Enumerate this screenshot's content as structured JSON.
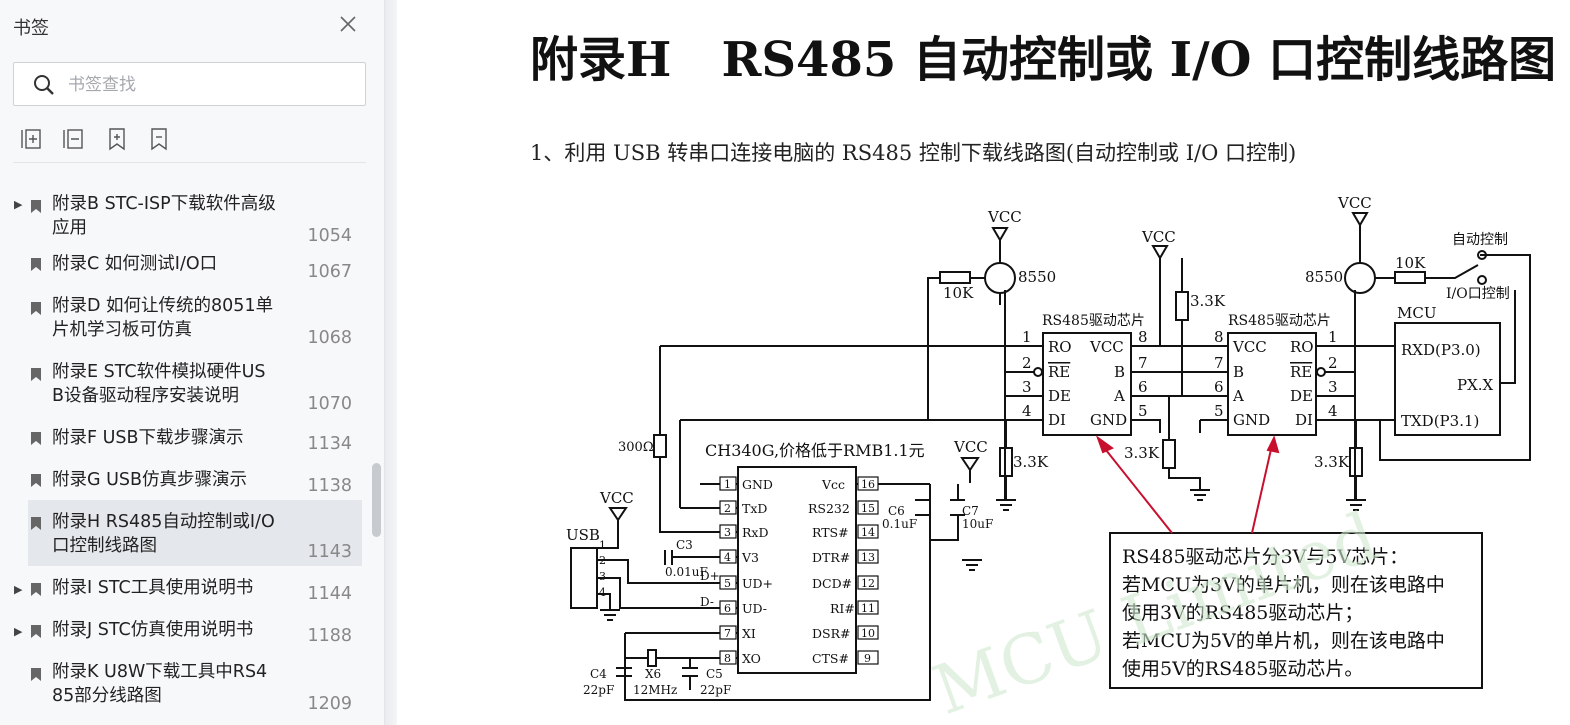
{
  "sidebar": {
    "title": "书签",
    "search_placeholder": "书签查找",
    "items": [
      {
        "label": "附录B STC-ISP下载软件高级应用",
        "page": "1054",
        "expandable": true
      },
      {
        "label": "附录C 如何测试I/O口",
        "page": "1067",
        "expandable": false
      },
      {
        "label": "附录D 如何让传统的8051单片机学习板可仿真",
        "page": "1068",
        "expandable": false
      },
      {
        "label": "附录E STC软件模拟硬件USB设备驱动程序安装说明",
        "page": "1070",
        "expandable": false
      },
      {
        "label": "附录F USB下载步骤演示",
        "page": "1134",
        "expandable": false
      },
      {
        "label": "附录G USB仿真步骤演示",
        "page": "1138",
        "expandable": false
      },
      {
        "label": "附录H RS485自动控制或I/O口控制线路图",
        "page": "1143",
        "expandable": false,
        "selected": true
      },
      {
        "label": "附录I STC工具使用说明书",
        "page": "1144",
        "expandable": true
      },
      {
        "label": "附录J STC仿真使用说明书",
        "page": "1188",
        "expandable": true
      },
      {
        "label": "附录K U8W下载工具中RS485部分线路图",
        "page": "1209",
        "expandable": false
      }
    ]
  },
  "document": {
    "title": "附录H   RS485 自动控制或 I/O 口控制线路图",
    "subtitle": "1、利用 USB 转串口连接电脑的 RS485 控制下载线路图(自动控制或 I/O 口控制)",
    "schematic": {
      "vcc": "VCC",
      "r10k": "10K",
      "q8550": "8550",
      "auto_ctrl": "自动控制",
      "io_ctrl": "I/O口控制",
      "mcu": "MCU",
      "rs485_chip": "RS485驱动芯片",
      "r33k": "3.3K",
      "r300": "300Ω",
      "ch340": "CH340G,价格低于RMB1.1元",
      "usb": "USB",
      "c3": "C3",
      "c3v": "0.01uF",
      "c4": "C4",
      "c4v": "22pF",
      "c5": "C5",
      "c5v": "22pF",
      "c6": "C6",
      "c6v": "0.1uF",
      "c7": "C7",
      "c7v": "10uF",
      "x6": "X6",
      "x6v": "12MHz",
      "dplus": "D+",
      "dminus": "D-",
      "rxd": "RXD(P3.0)",
      "txd": "TXD(P3.1)",
      "pxx": "PX.X",
      "rs485_pins_left": [
        "RO",
        "RE",
        "DE",
        "DI"
      ],
      "rs485_pins_right": [
        "VCC",
        "B",
        "A",
        "GND"
      ],
      "rs485_left_nums": [
        "1",
        "2",
        "3",
        "4"
      ],
      "rs485_right_nums": [
        "8",
        "7",
        "6",
        "5"
      ],
      "ch340_left_pins": [
        "GND",
        "TxD",
        "RxD",
        "V3",
        "UD+",
        "UD-",
        "XI",
        "XO"
      ],
      "ch340_right_pins": [
        "Vcc",
        "RS232",
        "RTS#",
        "DTR#",
        "DCD#",
        "RI#",
        "DSR#",
        "CTS#"
      ],
      "ch340_left_nums": [
        "1",
        "2",
        "3",
        "4",
        "5",
        "6",
        "7",
        "8"
      ],
      "ch340_right_nums": [
        "16",
        "15",
        "14",
        "13",
        "12",
        "11",
        "10",
        "9"
      ],
      "usb_pins": [
        "1",
        "2",
        "3",
        "4"
      ],
      "note_lines": [
        "RS485驱动芯片分3V与5V芯片：",
        "若MCU为3V的单片机，则在该电路中",
        "使用3V的RS485驱动芯片；",
        "若MCU为5V的单片机，则在该电路中",
        "使用5V的RS485驱动芯片。"
      ],
      "watermark": "MCU Limited"
    }
  }
}
